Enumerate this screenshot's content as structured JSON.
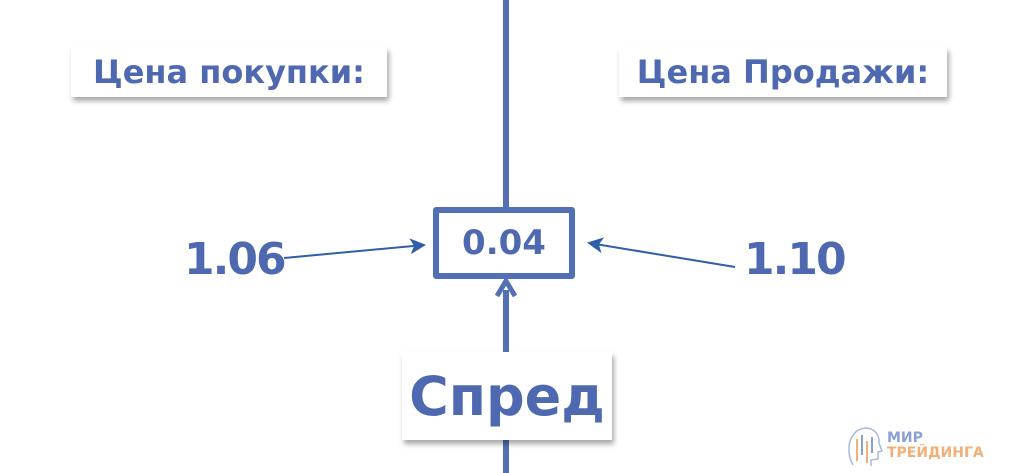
{
  "labels": {
    "buy_price_title": "Цена покупки:",
    "sell_price_title": "Цена Продажи:",
    "spread_title": "Спред"
  },
  "values": {
    "buy_price": "1.06",
    "sell_price": "1.10",
    "spread": "0.04"
  },
  "logo": {
    "line1": "МИР",
    "line2": "ТРЕЙДИНГА"
  },
  "colors": {
    "primary": "#4f69b1",
    "arrow": "#2f5fa8",
    "logo_blue": "#8aa0d6",
    "logo_orange": "#f2b078"
  }
}
